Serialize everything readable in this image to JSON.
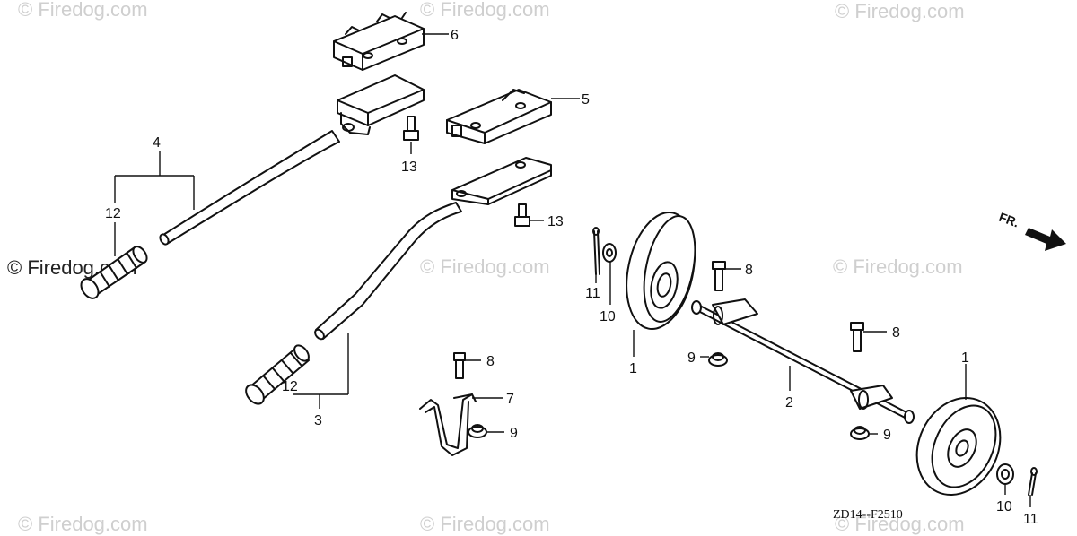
{
  "diagram": {
    "drawing_code": "ZD14--F2510",
    "direction_label": "FR.",
    "watermark_text": "© Firedog.com",
    "callouts": {
      "c1a": "1",
      "c1b": "1",
      "c2": "2",
      "c3": "3",
      "c4": "4",
      "c5": "5",
      "c6": "6",
      "c7": "7",
      "c8a": "8",
      "c8b": "8",
      "c8c": "8",
      "c9a": "9",
      "c9b": "9",
      "c9c": "9",
      "c10a": "10",
      "c10b": "10",
      "c11a": "11",
      "c11b": "11",
      "c12a": "12",
      "c12b": "12",
      "c13a": "13",
      "c13b": "13"
    }
  }
}
